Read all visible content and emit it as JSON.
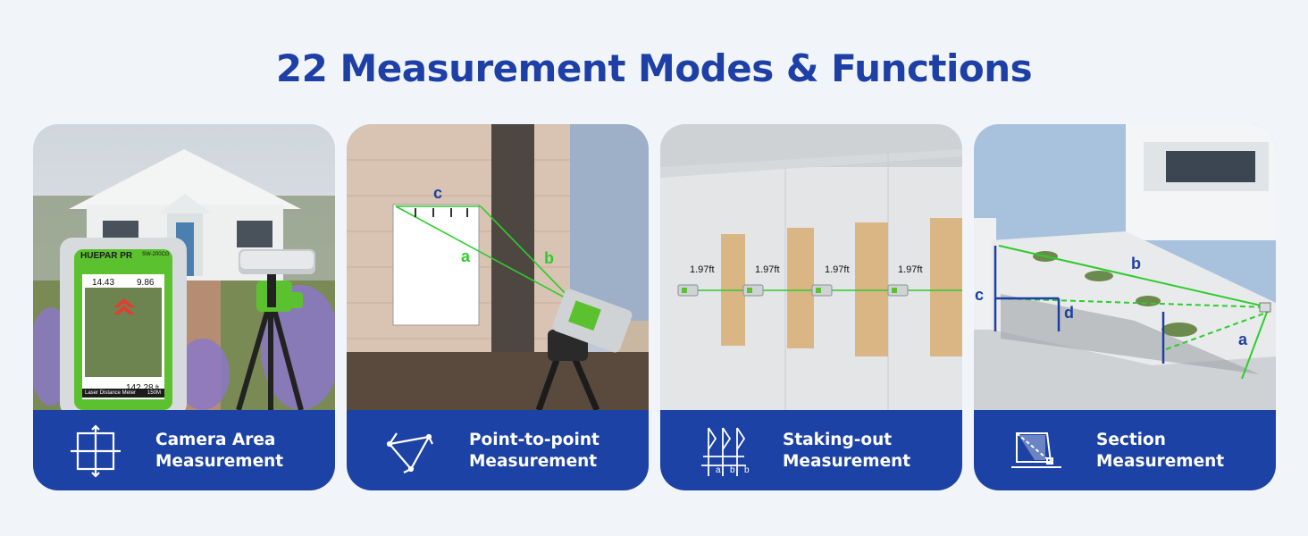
{
  "title": "22 Measurement Modes & Functions",
  "cards": [
    {
      "label_line1": "Camera Area",
      "label_line2": "Measurement",
      "icon": "crosshair-grid-icon",
      "device": {
        "brand": "HUEPAR PR",
        "model": "SW-200CG",
        "reading_left": "14.43",
        "reading_right": "9.86",
        "result": "142.28",
        "unit": "ft",
        "caption": "Laser Distance Meter",
        "range": "150M"
      }
    },
    {
      "label_line1": "Point-to-point",
      "label_line2": "Measurement",
      "icon": "triangle-points-icon",
      "labels": [
        "c",
        "a",
        "b"
      ]
    },
    {
      "label_line1": "Staking-out",
      "label_line2": "Measurement",
      "icon": "stakeout-icon",
      "icon_letters": [
        "a",
        "b",
        "b"
      ],
      "distances": [
        "1.97ft",
        "1.97ft",
        "1.97ft",
        "1.97ft"
      ]
    },
    {
      "label_line1": "Section",
      "label_line2": "Measurement",
      "icon": "section-angle-icon",
      "labels": [
        "b",
        "c",
        "d",
        "a"
      ]
    }
  ],
  "colors": {
    "title": "#1e40a6",
    "band": "#1d42a5",
    "laser": "#2ecc2e",
    "measure_blue": "#1d3fa3"
  }
}
